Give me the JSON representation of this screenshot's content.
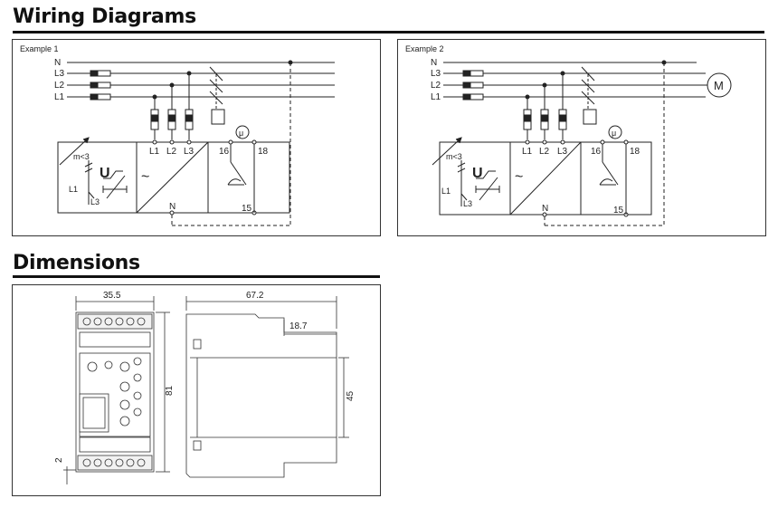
{
  "headings": {
    "wiring": "Wiring Diagrams",
    "dimensions": "Dimensions"
  },
  "example1": {
    "title": "Example 1",
    "lines": [
      "N",
      "L3",
      "L2",
      "L1"
    ],
    "terminals": [
      "L1",
      "L2",
      "L3",
      "N",
      "16",
      "18",
      "15"
    ],
    "label_m": "m<3",
    "label_u": "U",
    "label_l1": "L1",
    "label_l3": "L3",
    "label_tilde": "~",
    "label_mu": "μ"
  },
  "example2": {
    "title": "Example 2",
    "lines": [
      "N",
      "L3",
      "L2",
      "L1"
    ],
    "terminals": [
      "L1",
      "L2",
      "L3",
      "N",
      "16",
      "18",
      "15"
    ],
    "label_m": "m<3",
    "label_u": "U",
    "label_l1": "L1",
    "label_l3": "L3",
    "label_tilde": "~",
    "label_mu": "μ",
    "motor": "M"
  },
  "dimensions": {
    "width_front": "35.5",
    "height": "81",
    "terminal_offset": "2",
    "depth": "67.2",
    "step_depth": "18.7",
    "step_height": "45"
  }
}
